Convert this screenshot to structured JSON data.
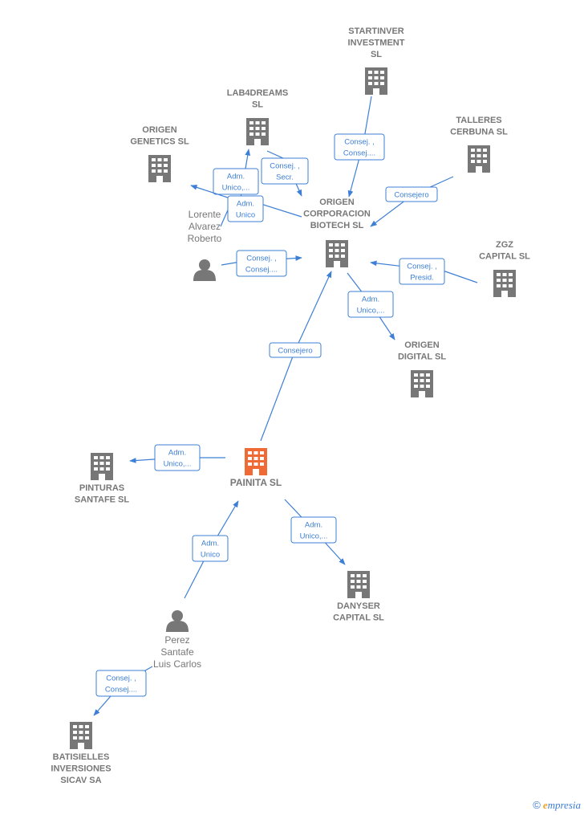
{
  "colors": {
    "edge": "#3d7fd6",
    "building": "#777777",
    "building_main": "#f06a35",
    "person": "#777777"
  },
  "nodes": [
    {
      "id": "startinver",
      "kind": "company",
      "lines": [
        "STARTINVER",
        "INVESTMENT",
        "SL"
      ]
    },
    {
      "id": "lab4dreams",
      "kind": "company",
      "lines": [
        "LAB4DREAMS",
        "SL"
      ]
    },
    {
      "id": "origen_genetics",
      "kind": "company",
      "lines": [
        "ORIGEN",
        "GENETICS  SL"
      ]
    },
    {
      "id": "talleres",
      "kind": "company",
      "lines": [
        "TALLERES",
        "CERBUNA  SL"
      ]
    },
    {
      "id": "origen_corp",
      "kind": "company",
      "lines": [
        "ORIGEN",
        "CORPORACION",
        "BIOTECH  SL"
      ]
    },
    {
      "id": "lorente",
      "kind": "person",
      "lines": [
        "Lorente",
        "Alvarez",
        "Roberto"
      ]
    },
    {
      "id": "zgz",
      "kind": "company",
      "lines": [
        "ZGZ",
        "CAPITAL  SL"
      ]
    },
    {
      "id": "origen_digital",
      "kind": "company",
      "lines": [
        "ORIGEN",
        "DIGITAL  SL"
      ]
    },
    {
      "id": "painita",
      "kind": "main",
      "lines": [
        "PAINITA  SL"
      ]
    },
    {
      "id": "pinturas",
      "kind": "company",
      "lines": [
        "PINTURAS",
        "SANTAFE  SL"
      ]
    },
    {
      "id": "danyser",
      "kind": "company",
      "lines": [
        "DANYSER",
        "CAPITAL  SL"
      ]
    },
    {
      "id": "perez",
      "kind": "person",
      "lines": [
        "Perez",
        "Santafe",
        "Luis Carlos"
      ]
    },
    {
      "id": "batisielles",
      "kind": "company",
      "lines": [
        "BATISIELLES",
        "INVERSIONES",
        "SICAV SA"
      ]
    }
  ],
  "edges": [
    {
      "id": "e_startinver",
      "lines": [
        "Consej. ,",
        "Consej...."
      ]
    },
    {
      "id": "e_lab4_sec",
      "lines": [
        "Consej. ,",
        "Secr."
      ]
    },
    {
      "id": "e_lab4_adm",
      "lines": [
        "Adm.",
        "Unico,..."
      ]
    },
    {
      "id": "e_genetics",
      "lines": [
        "Adm.",
        "Unico"
      ]
    },
    {
      "id": "e_talleres",
      "lines": [
        "Consejero"
      ]
    },
    {
      "id": "e_lorente",
      "lines": [
        "Consej. ,",
        "Consej...."
      ]
    },
    {
      "id": "e_zgz",
      "lines": [
        "Consej. ,",
        "Presid."
      ]
    },
    {
      "id": "e_digital",
      "lines": [
        "Adm.",
        "Unico,..."
      ]
    },
    {
      "id": "e_painita_corp",
      "lines": [
        "Consejero"
      ]
    },
    {
      "id": "e_pinturas",
      "lines": [
        "Adm.",
        "Unico,..."
      ]
    },
    {
      "id": "e_danyser",
      "lines": [
        "Adm.",
        "Unico,..."
      ]
    },
    {
      "id": "e_perez",
      "lines": [
        "Adm.",
        "Unico"
      ]
    },
    {
      "id": "e_batisielles",
      "lines": [
        "Consej. ,",
        "Consej...."
      ]
    }
  ],
  "footer": {
    "copyright": "©",
    "brand_initial": "e",
    "brand_rest": "mpresia"
  }
}
